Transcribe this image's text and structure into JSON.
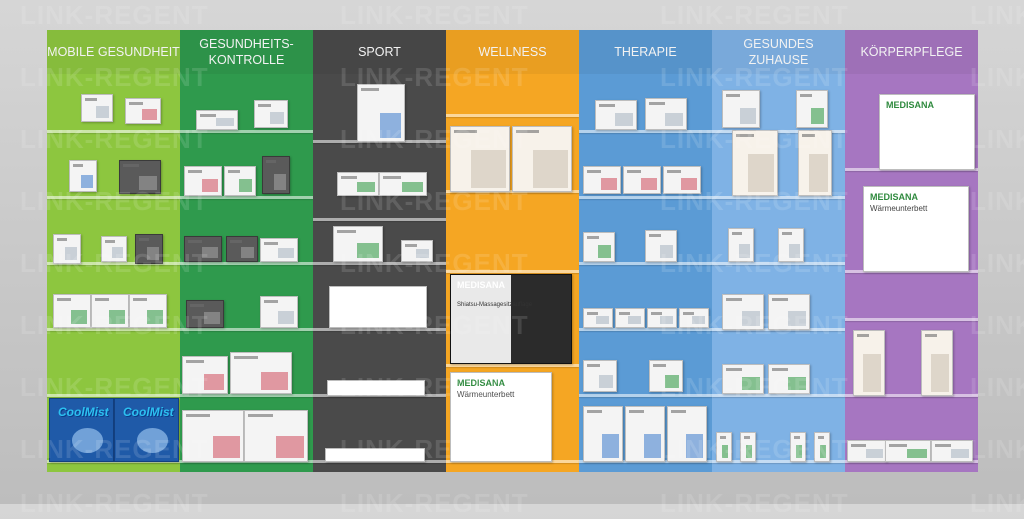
{
  "watermark_text": "LINK-REGENT",
  "columns": [
    {
      "id": "mobile",
      "header": "MOBILE GESUNDHEIT",
      "color": "#8dc63f"
    },
    {
      "id": "kontrolle",
      "header": "GESUNDHEITS-\nKONTROLLE",
      "color": "#2f9a4d"
    },
    {
      "id": "sport",
      "header": "SPORT",
      "color": "#4a4a4a"
    },
    {
      "id": "wellness",
      "header": "WELLNESS",
      "color": "#f5a623"
    },
    {
      "id": "therapie",
      "header": "THERAPIE",
      "color": "#5b9bd5"
    },
    {
      "id": "zuhause",
      "header": "GESUNDES ZUHAUSE",
      "color": "#7fb2e5"
    },
    {
      "id": "koerperpflege",
      "header": "KÖRPERPFLEGE",
      "color": "#a676c1"
    }
  ],
  "product_labels": {
    "medisana": "MEDISANA",
    "waermeunterbett": "Wärmeunterbett",
    "coolmist": "CoolMist",
    "shiatsu": "Shiatsu-Massagesitzauflage"
  }
}
